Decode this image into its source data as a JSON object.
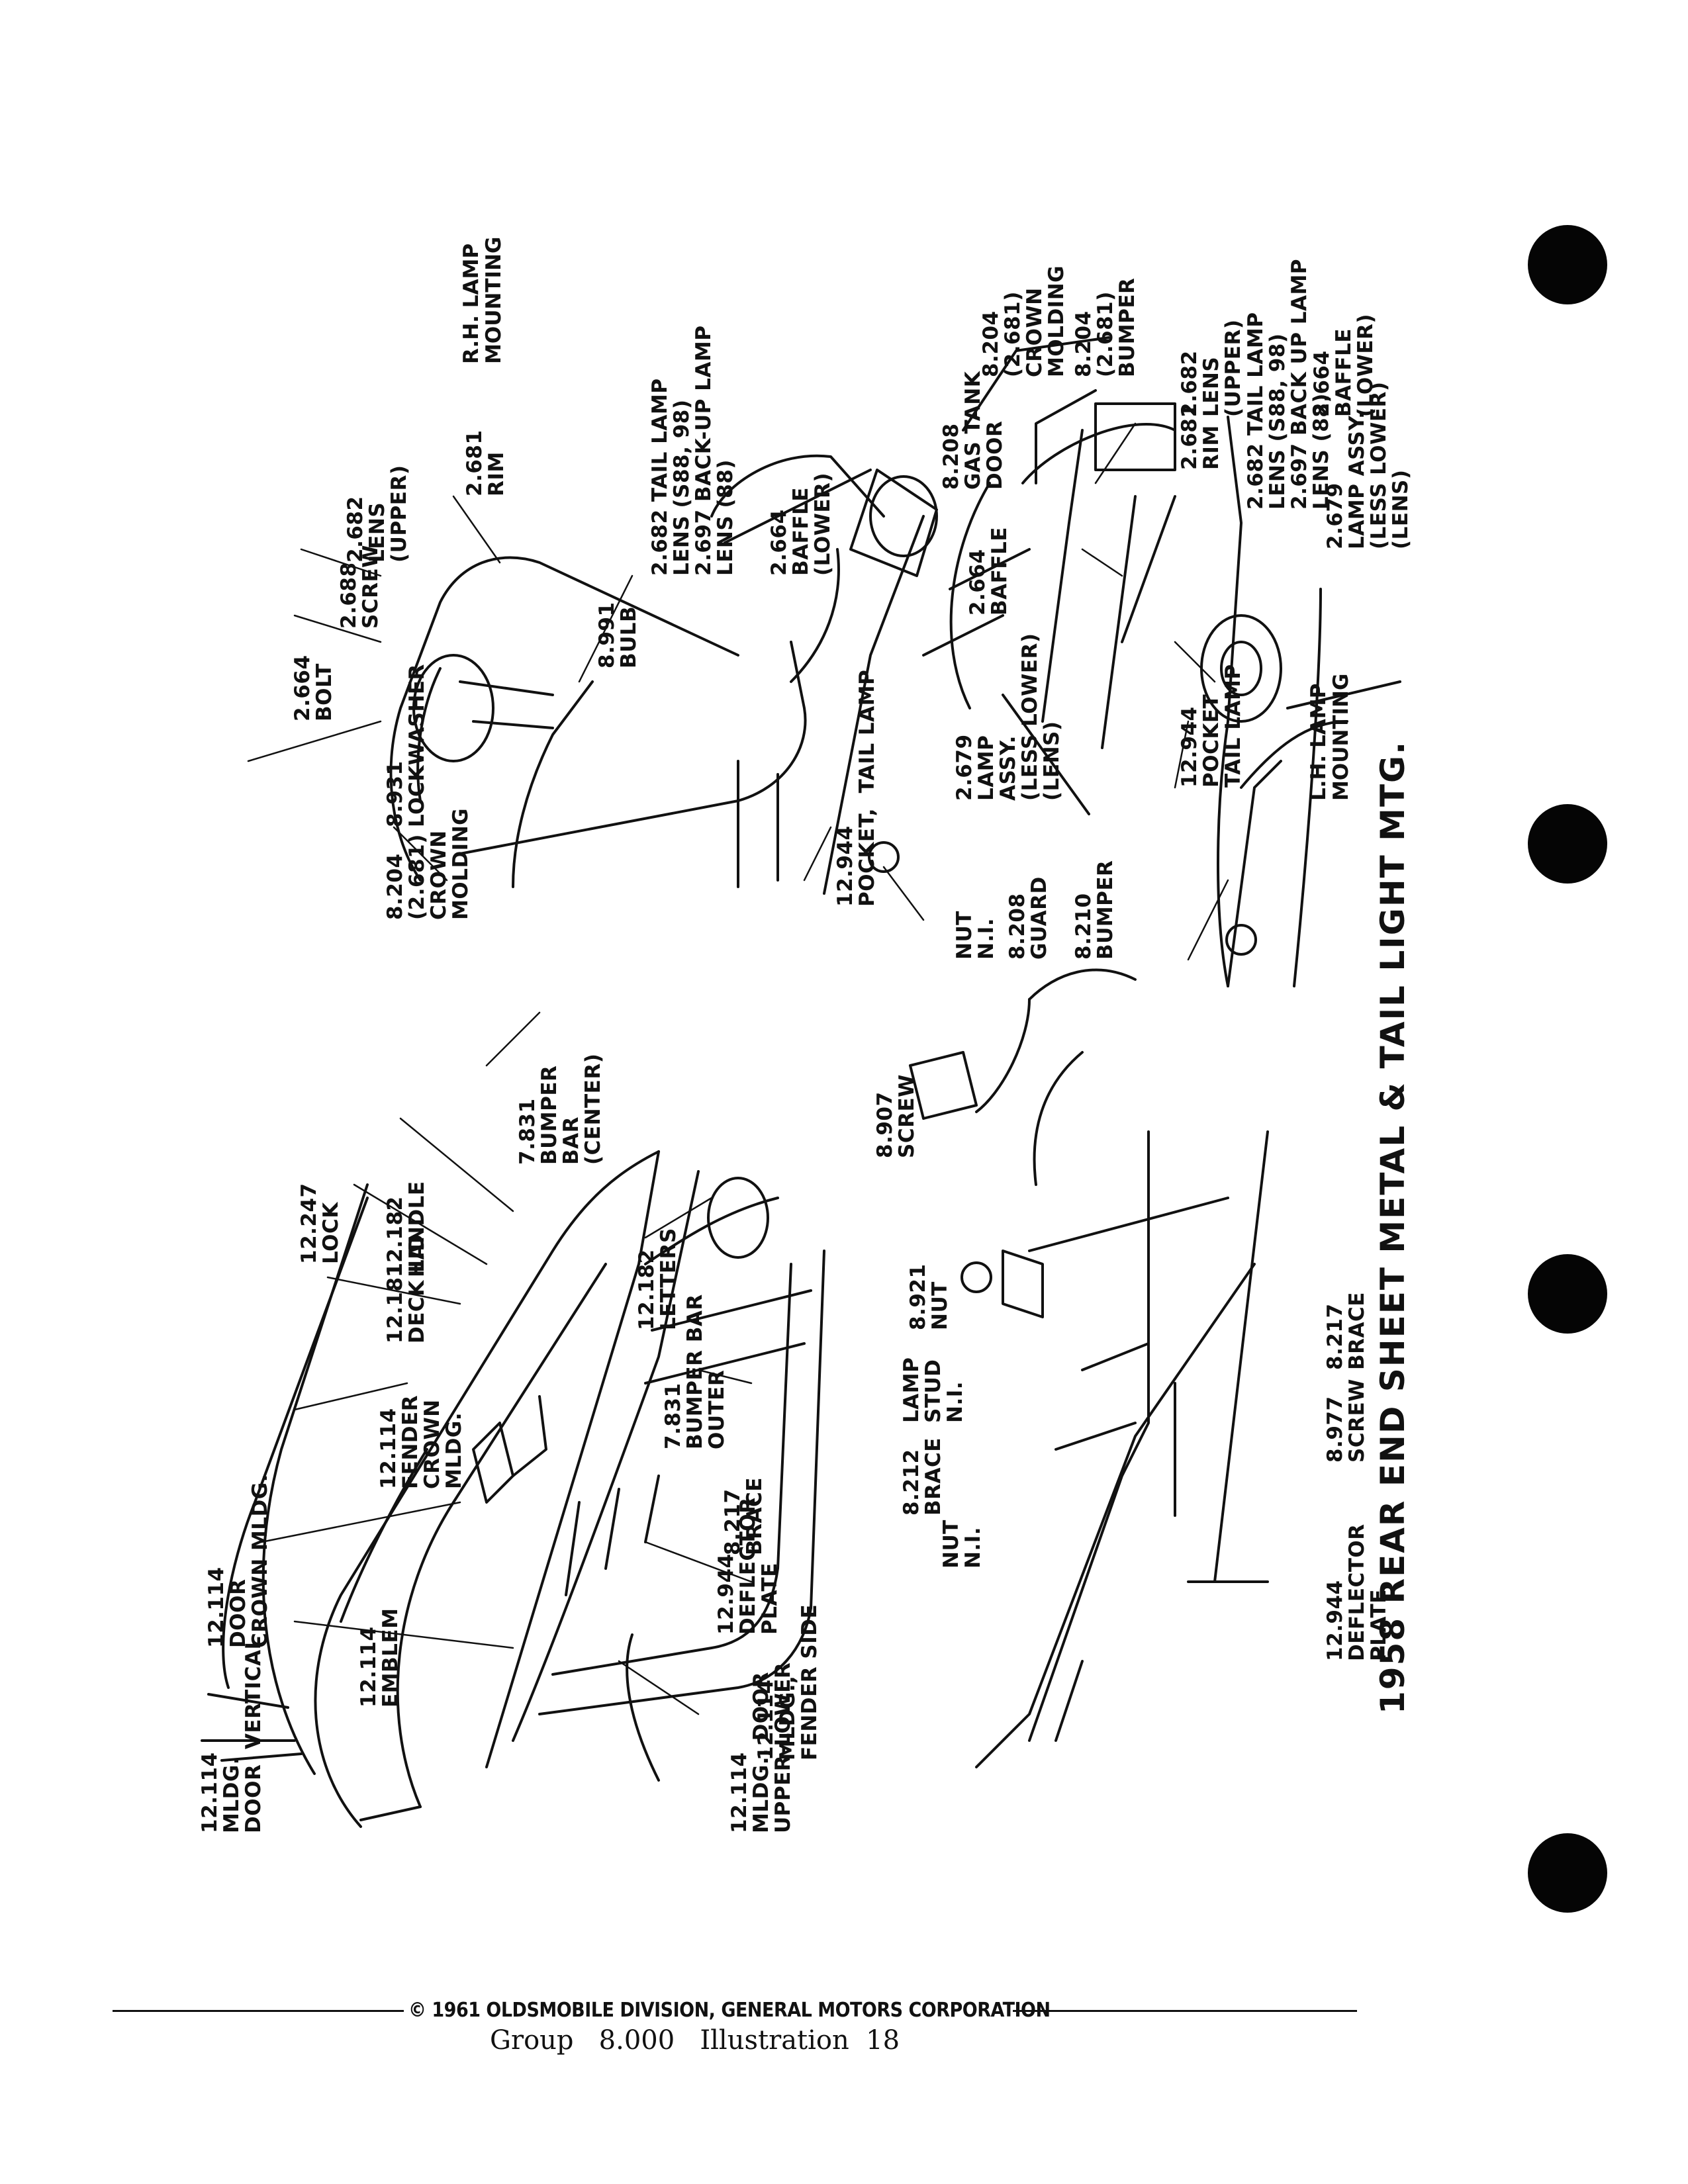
{
  "title": "1958 REAR END SHEET METAL & TAIL LIGHT MTG.",
  "footer": {
    "copyright": "© 1961 OLDSMOBILE DIVISION, GENERAL MOTORS CORPORATION",
    "group_line": "Group   8.000   Illustration  18"
  },
  "sections": {
    "rh": [
      "R.H. LAMP",
      "MOUNTING"
    ],
    "lh": [
      "L.H. LAMP",
      "MOUNTING"
    ]
  },
  "labels": {
    "rh_bolt": [
      "2.664",
      "BOLT"
    ],
    "rh_screw": [
      "2.688",
      "SCREW"
    ],
    "rh_lens_upper": [
      "2.682",
      "LENS",
      "(UPPER)"
    ],
    "rh_rim": [
      "2.681",
      "RIM"
    ],
    "rh_lockwasher": [
      "8.931",
      "LOCKWASHER"
    ],
    "rh_bulb": [
      "8.991",
      "BULB"
    ],
    "rh_tail_lens": [
      "2.682 TAIL LAMP",
      "LENS (S88, 98)",
      "2.697 BACK-UP LAMP",
      "LENS (88)"
    ],
    "rh_baffle": [
      "2.664",
      "BAFFLE",
      "(LOWER)"
    ],
    "rh_crown": [
      "8.204",
      "(2.681)",
      "CROWN",
      "MOLDING"
    ],
    "rh_pocket": [
      "12.944",
      "POCKET,  TAIL LAMP"
    ],
    "rh_nut": [
      "NUT",
      "N.I."
    ],
    "rh_lamp_assy": [
      "2.679",
      "LAMP",
      "ASSY.",
      "(LESS LOWER)",
      "(LENS)"
    ],
    "lh_crown": [
      "8.204",
      "(2.681)",
      "CROWN",
      "MOLDING"
    ],
    "lh_bumper": [
      "8.204",
      "(2.681)",
      "BUMPER"
    ],
    "lh_gas_door": [
      "8.208",
      "GAS TANK",
      "DOOR"
    ],
    "lh_lens_upper": [
      "2.682",
      "LENS",
      "(UPPER)"
    ],
    "lh_rim": [
      "2.681",
      "RIM"
    ],
    "lh_tail_lens": [
      "2.682 TAIL LAMP",
      "LENS (S88, 98)",
      "2.697 BACK UP LAMP",
      "LENS (88)"
    ],
    "lh_baffle_lower": [
      "2.664",
      "BAFFLE",
      "(LOWER)"
    ],
    "lh_baffle": [
      "2.664",
      "BAFFLE"
    ],
    "lh_lamp_assy": [
      "2.679",
      "LAMP ASSY.",
      "(LESS LOWER)",
      "(LENS)"
    ],
    "lh_guard": [
      "8.208",
      "GUARD"
    ],
    "lh_bumper2": [
      "8.210",
      "BUMPER"
    ],
    "lh_pocket": [
      "12.944",
      "POCKET",
      "TAIL LAMP"
    ],
    "lid_lock": [
      "12.247",
      "LOCK"
    ],
    "lid_handle": [
      "12.182",
      "HANDLE"
    ],
    "lid_deck": [
      "12.181",
      "DECK LID"
    ],
    "lid_fender_crown": [
      "12.114",
      "FENDER",
      "CROWN",
      "MLDG."
    ],
    "lid_bumper_center": [
      "7.831",
      "BUMPER",
      "BAR",
      "(CENTER)"
    ],
    "lid_letters": [
      "12.182",
      "LETTERS"
    ],
    "lid_bumper_outer": [
      "7.831",
      "BUMPER BAR",
      "OUTER"
    ],
    "lid_brace": [
      "8.217",
      "BRACE"
    ],
    "lid_door_crown": [
      "12.114",
      "DOOR",
      "CROWN MLDG."
    ],
    "lid_emblem": [
      "12.114",
      "EMBLEM"
    ],
    "lid_deflector": [
      "12.944",
      "DEFLECTOR",
      "PLATE"
    ],
    "lid_mldg_fender_side": [
      "12.114",
      "MLDG.,",
      "FENDER SIDE"
    ],
    "lid_door_vertical": [
      "12.114",
      "MLDG.",
      "DOOR  VERTICAL"
    ],
    "lid_door_lower": [
      "12.114",
      "MLDG., DOOR",
      "UPPER-LOWER"
    ],
    "br_screw": [
      "8.907",
      "SCREW"
    ],
    "br_nut": [
      "8.921",
      "NUT"
    ],
    "br_lamp_stud": [
      "LAMP",
      "STUD",
      "N.I."
    ],
    "br_brace_212": [
      "8.212",
      "BRACE"
    ],
    "br_nut_ni": [
      "NUT",
      "N.I."
    ],
    "br_brace_217": [
      "8.217",
      "BRACE"
    ],
    "br_screw_977": [
      "8.977",
      "SCREW"
    ],
    "br_deflector": [
      "12.944",
      "DEFLECTOR",
      "PLATE"
    ]
  }
}
